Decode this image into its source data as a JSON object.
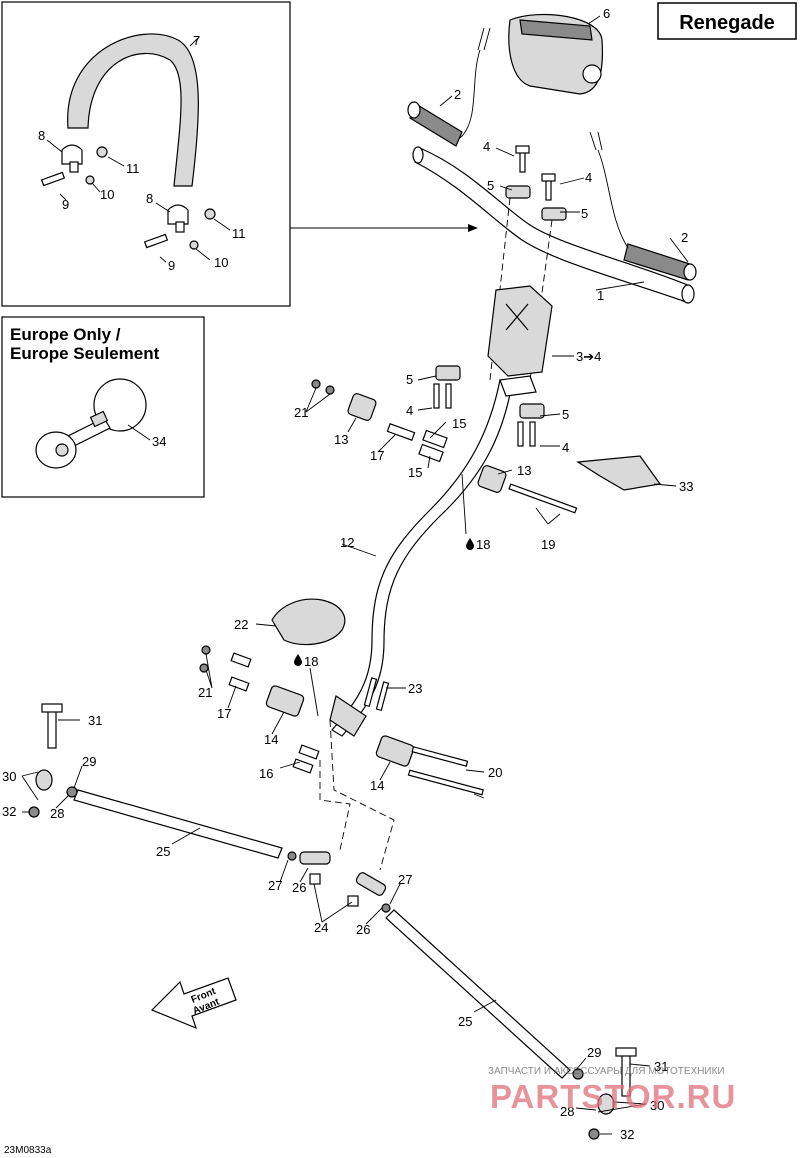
{
  "header": {
    "model": "Renegade"
  },
  "insets": {
    "europe_title_line1": "Europe Only /",
    "europe_title_line2": "Europe Seulement"
  },
  "direction": {
    "line1": "Front",
    "line2": "Avant"
  },
  "drawing_code": "23M0833a",
  "watermark": {
    "subtitle": "ЗАПЧАСТИ И АКСЕССУАРЫ ДЛЯ МОТОТЕХНИКИ",
    "brand": "PARTSTOR.RU"
  },
  "callouts": {
    "p1": "1",
    "p2a": "2",
    "p2b": "2",
    "p3": "3➔4",
    "p4a": "4",
    "p4b": "4",
    "p4c": "4",
    "p4d": "4",
    "p5a": "5",
    "p5b": "5",
    "p5c": "5",
    "p5d": "5",
    "p6": "6",
    "p7": "7",
    "p8a": "8",
    "p8b": "8",
    "p9a": "9",
    "p9b": "9",
    "p10a": "10",
    "p10b": "10",
    "p11a": "11",
    "p11b": "11",
    "p12": "12",
    "p13a": "13",
    "p13b": "13",
    "p14a": "14",
    "p14b": "14",
    "p15a": "15",
    "p15b": "15",
    "p16": "16",
    "p17a": "17",
    "p17b": "17",
    "p18a": "18",
    "p18b": "18",
    "p19": "19",
    "p20": "20",
    "p21a": "21",
    "p21b": "21",
    "p22": "22",
    "p23": "23",
    "p24": "24",
    "p25a": "25",
    "p25b": "25",
    "p26a": "26",
    "p26b": "26",
    "p27a": "27",
    "p27b": "27",
    "p28a": "28",
    "p28b": "28",
    "p29a": "29",
    "p29b": "29",
    "p30a": "30",
    "p30b": "30",
    "p31a": "31",
    "p31b": "31",
    "p32a": "32",
    "p32b": "32",
    "p33": "33",
    "p34": "34"
  }
}
